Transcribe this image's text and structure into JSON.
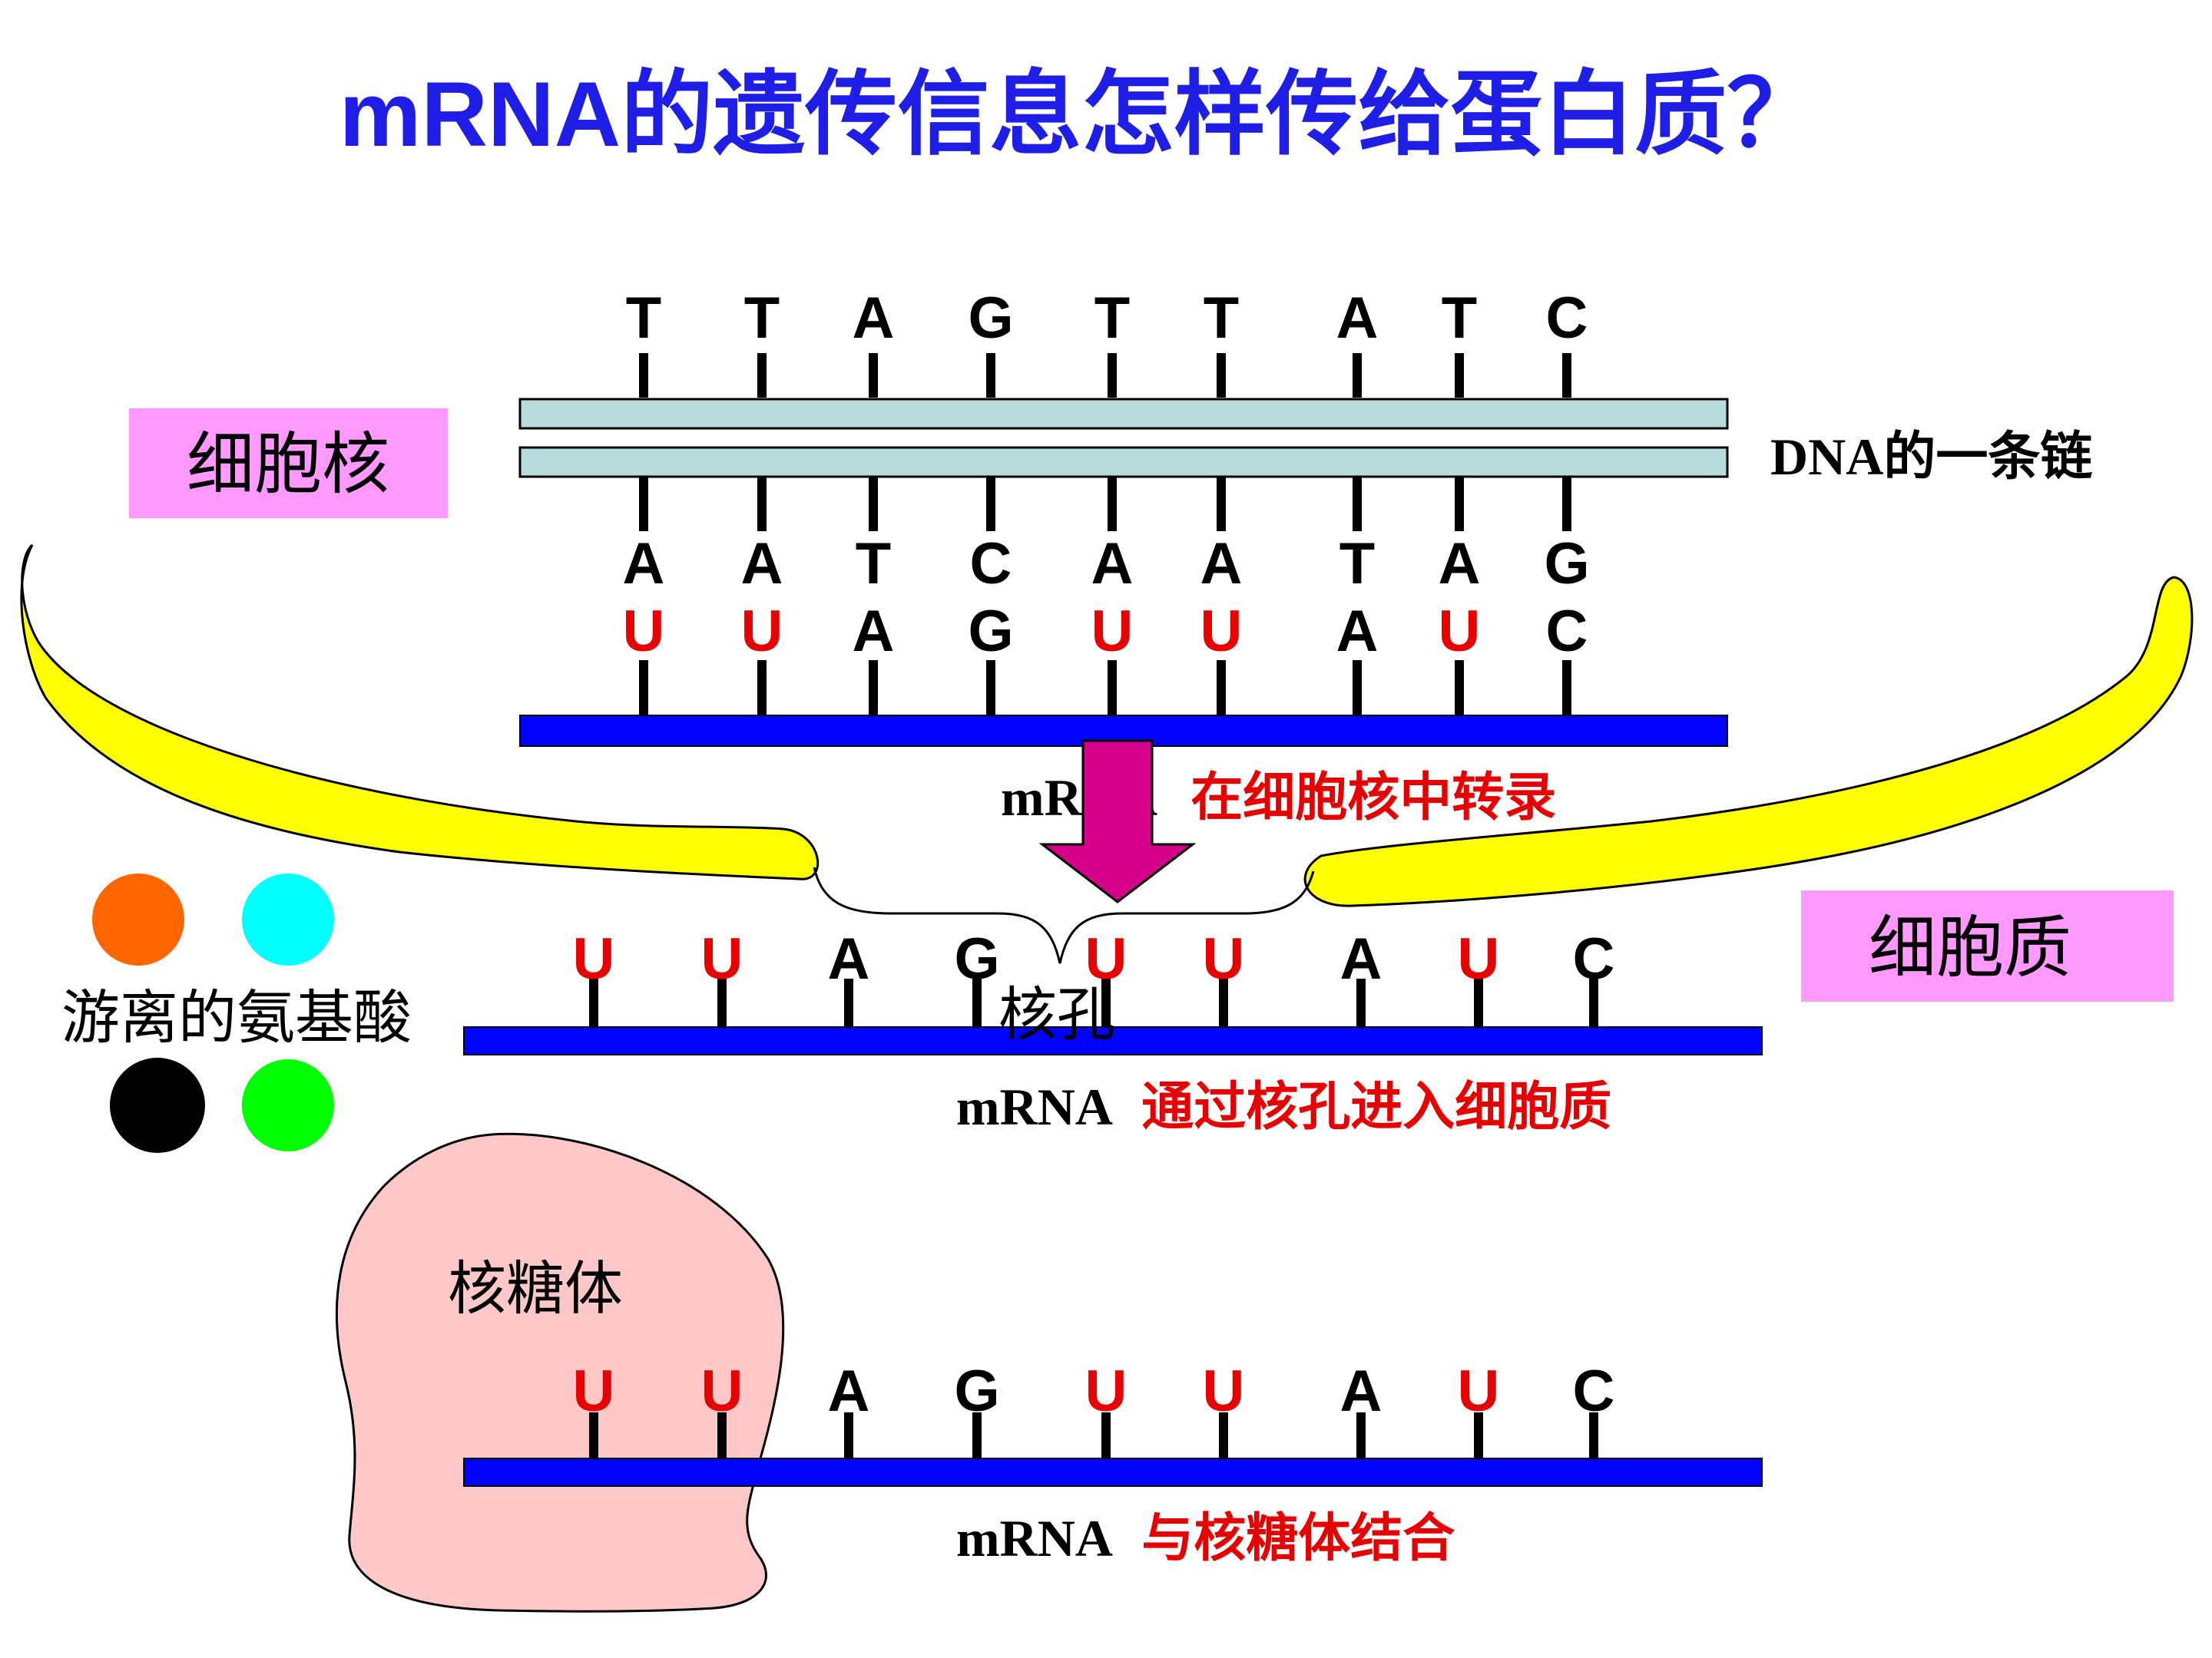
{
  "title": "mRNA的遗传信息怎样传给蛋白质？",
  "labels": {
    "nucleus": "细胞核",
    "cytoplasm": "细胞质",
    "dna_strand": "DNA的一条链",
    "free_amino_acids": "游离的氨基酸",
    "ribosome": "核糖体",
    "nuclear_pore": "核孔"
  },
  "captions": {
    "transcription_prefix": "mRNA",
    "transcription_text": "在细胞核中转录",
    "transport_prefix": "mRNA",
    "transport_text": "通过核孔进入细胞质",
    "binding_prefix": "mRNA",
    "binding_text": "与核糖体结合"
  },
  "sequences": {
    "dna_top": [
      "T",
      "T",
      "A",
      "G",
      "T",
      "T",
      "A",
      "T",
      "C"
    ],
    "dna_bottom": [
      "A",
      "A",
      "T",
      "C",
      "A",
      "A",
      "T",
      "A",
      "G"
    ],
    "mrna": [
      "U",
      "U",
      "A",
      "G",
      "U",
      "U",
      "A",
      "U",
      "C"
    ]
  },
  "amino_acid_colors": [
    "#ff6600",
    "#00ffff",
    "#000000",
    "#00ff00"
  ],
  "colors": {
    "title": "#1e1ee6",
    "uracil": "#e60000",
    "strand_blue": "#0000ff",
    "dna_strand_fill": "#b8dcdc",
    "membrane": "#ffff00",
    "label_box": "#ff99ff",
    "ribosome": "#ffc8c8",
    "arrow": "#d4008a"
  }
}
